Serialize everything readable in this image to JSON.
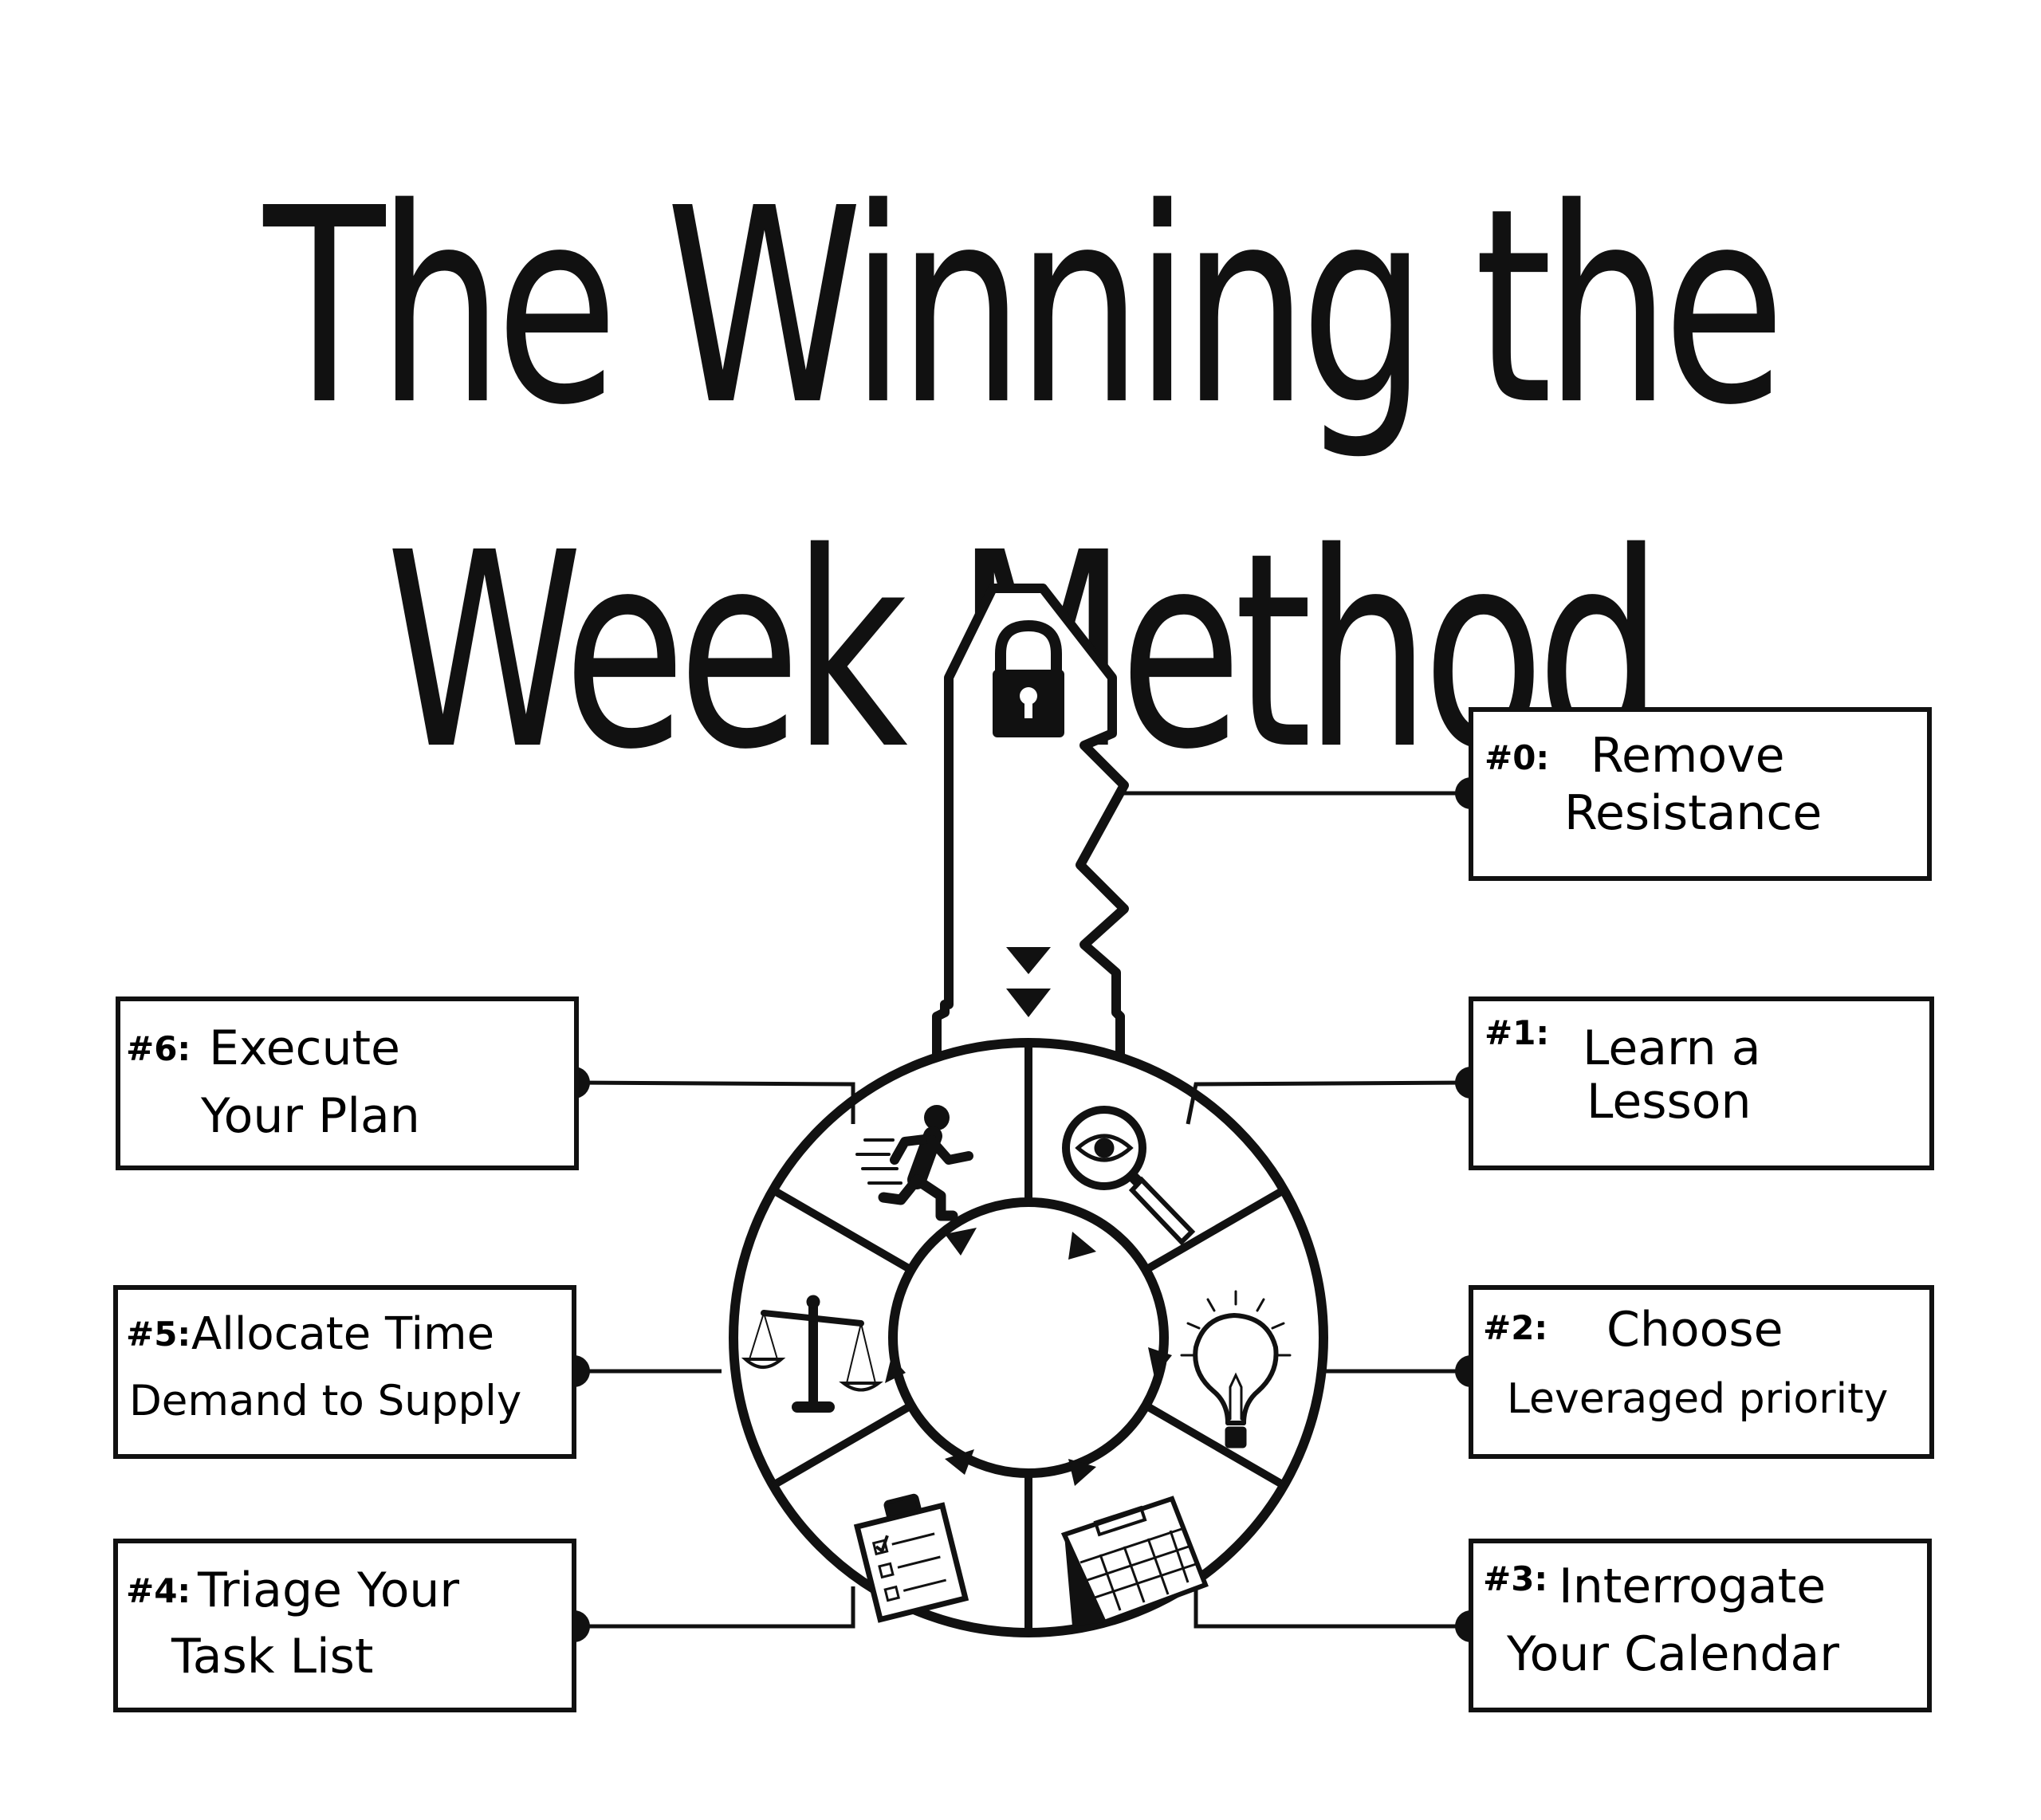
{
  "title": "The Winning the Week Method",
  "colors": {
    "ink": "#111111",
    "paper": "#ffffff"
  },
  "icons": {
    "key_head": "lock-icon",
    "key_arrows": "double-down-arrow-icon",
    "segments": [
      "running-person-icon",
      "magnifier-eye-icon",
      "lightbulb-icon",
      "calendar-icon",
      "checklist-clipboard-icon",
      "balance-scale-icon"
    ]
  },
  "steps": [
    {
      "number": "#0:",
      "lines": [
        "Remove",
        "Resistance"
      ]
    },
    {
      "number": "#1:",
      "lines": [
        "Learn a",
        "Lesson"
      ]
    },
    {
      "number": "#2:",
      "lines": [
        "Choose",
        "Leveraged priority"
      ]
    },
    {
      "number": "#3:",
      "lines": [
        "Interrogate",
        "Your Calendar"
      ]
    },
    {
      "number": "#4:",
      "lines": [
        "Triage Your",
        "Task List"
      ]
    },
    {
      "number": "#5:",
      "lines": [
        "Allocate Time",
        "Demand to Supply"
      ]
    },
    {
      "number": "#6:",
      "lines": [
        "Execute",
        "Your Plan"
      ]
    }
  ]
}
